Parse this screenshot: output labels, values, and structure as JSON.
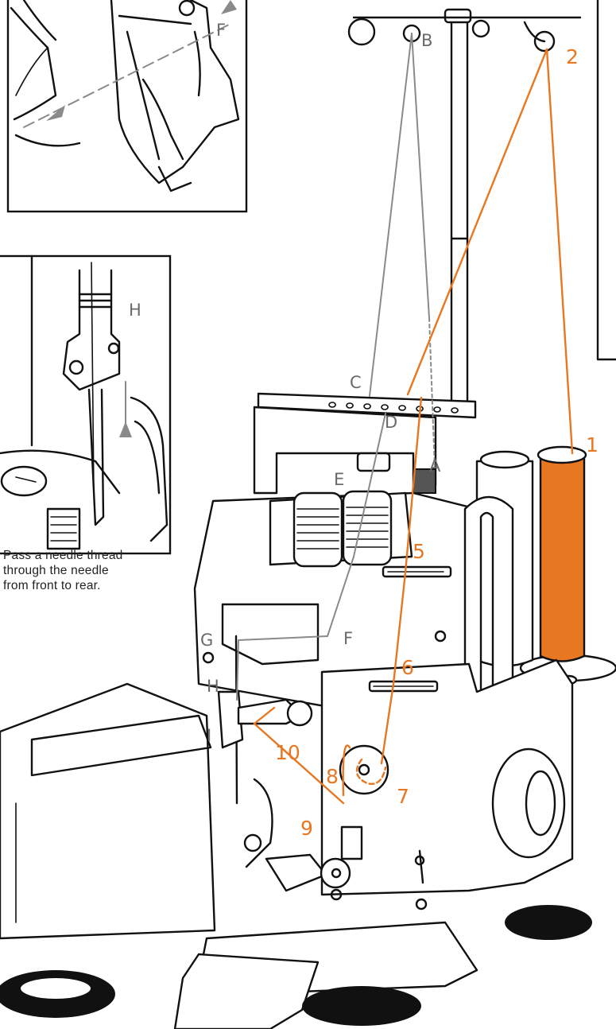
{
  "caption": {
    "line1": "Pass a needle thread",
    "line2": "through the needle",
    "line3": "from front to rear."
  },
  "labels_gray": {
    "A": "A",
    "B": "B",
    "C": "C",
    "D": "D",
    "E": "E",
    "F_inset": "F",
    "F": "F",
    "G": "G",
    "H_inset": "H",
    "H": "H",
    "I": "I"
  },
  "labels_orange": {
    "n1": "1",
    "n2": "2",
    "n5": "5",
    "n6": "6",
    "n7": "7",
    "n8": "8",
    "n9": "9",
    "n10": "10"
  },
  "colors": {
    "needle_thread": "#8a8a8a",
    "looper_thread": "#e87722",
    "line_art": "#111111"
  },
  "icons": [
    "spool-icon",
    "thread-stand-icon",
    "tension-dial-icon",
    "looper-icon",
    "needle-icon"
  ]
}
